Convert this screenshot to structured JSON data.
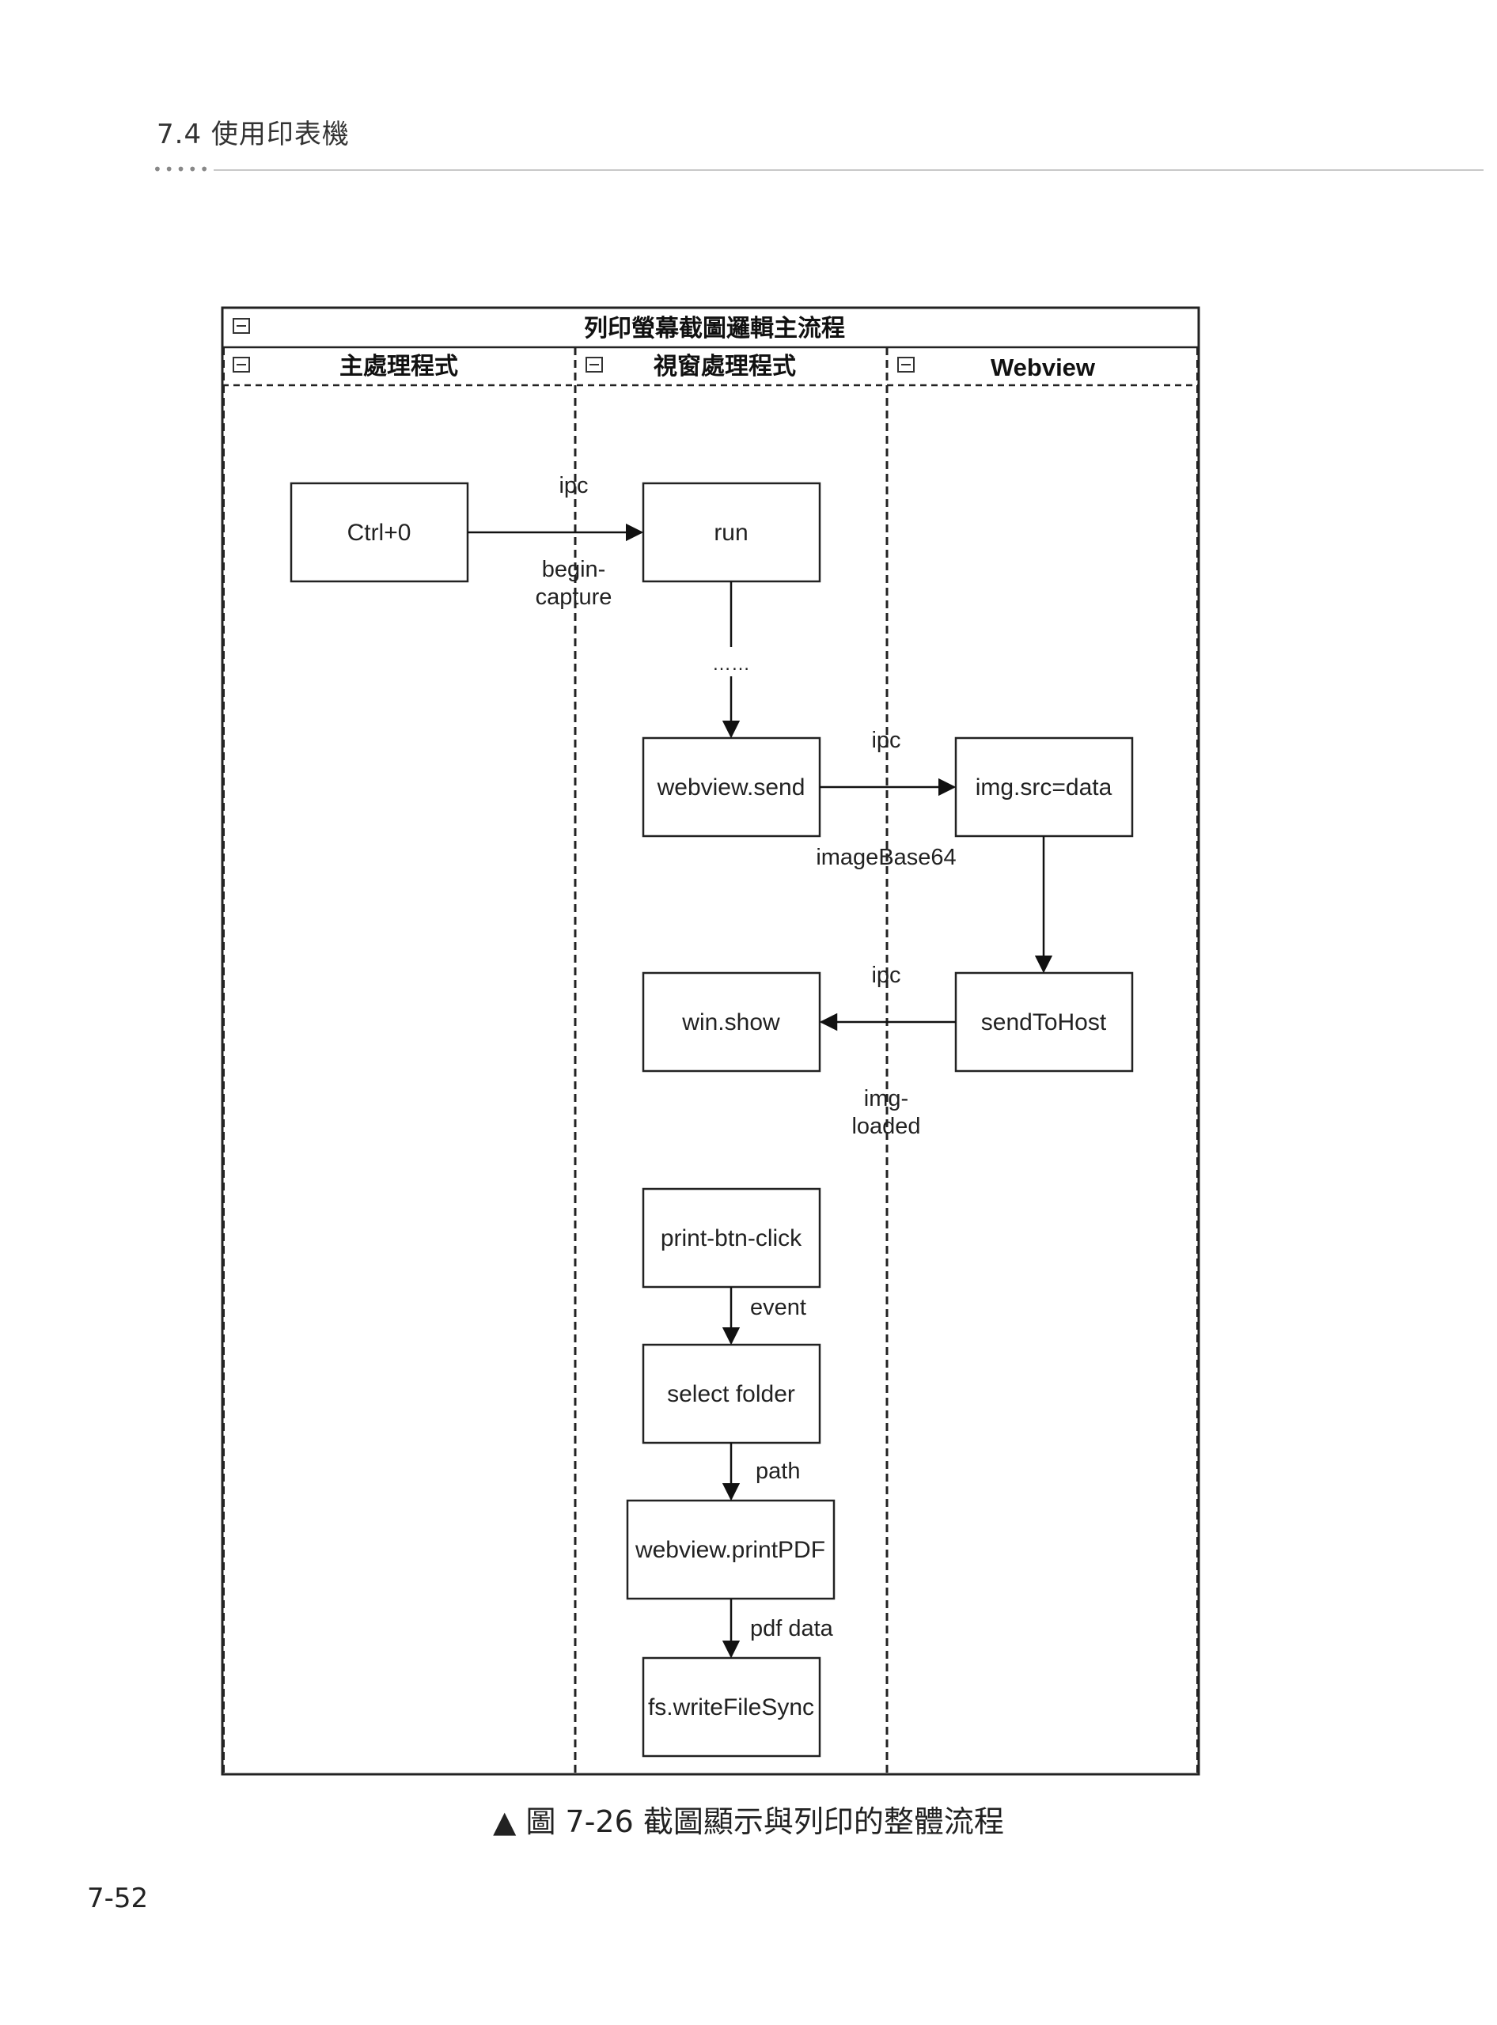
{
  "header": {
    "section_title": "7.4  使用印表機",
    "dots": "•••••"
  },
  "diagram": {
    "pool_title": "列印螢幕截圖邏輯主流程",
    "lanes": [
      {
        "title": "主處理程式"
      },
      {
        "title": "視窗處理程式"
      },
      {
        "title": "Webview"
      }
    ],
    "nodes": {
      "ctrl": "Ctrl+0",
      "run": "run",
      "dots": "……",
      "webview_send": "webview.send",
      "img_src": "img.src=data",
      "send_to_host": "sendToHost",
      "win_show": "win.show",
      "print_btn": "print-btn-click",
      "select_folder": "select folder",
      "print_pdf": "webview.printPDF",
      "write_file": "fs.writeFileSync"
    },
    "edge_labels": {
      "ipc1": "ipc",
      "begin": "begin-",
      "capture": "capture",
      "ipc2": "ipc",
      "image_base64": "imageBase64",
      "ipc3": "ipc",
      "img": "img-",
      "loaded": "loaded",
      "event": "event",
      "path": "path",
      "pdf_data": "pdf data"
    }
  },
  "caption": "▲ 圖 7-26  截圖顯示與列印的整體流程",
  "page_number": "7-52"
}
